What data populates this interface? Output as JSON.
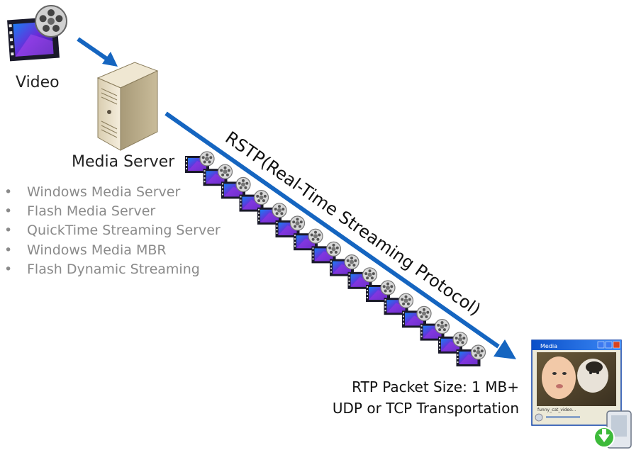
{
  "labels": {
    "video": "Video",
    "media_server": "Media Server",
    "protocol": "RSTP(Real-Time Streaming Protocol)"
  },
  "server_list": [
    "Windows Media Server",
    "Flash Media Server",
    "QuickTime Streaming Server",
    "Windows Media MBR",
    "Flash Dynamic Streaming"
  ],
  "rtp_info": {
    "line1": "RTP Packet Size: 1 MB+",
    "line2": "UDP or TCP Transportation"
  },
  "player_window": {
    "title": "Media",
    "filename": "funny_cat_video..."
  },
  "colors": {
    "arrow": "#1565c0",
    "packet": "#3a2bd0"
  }
}
